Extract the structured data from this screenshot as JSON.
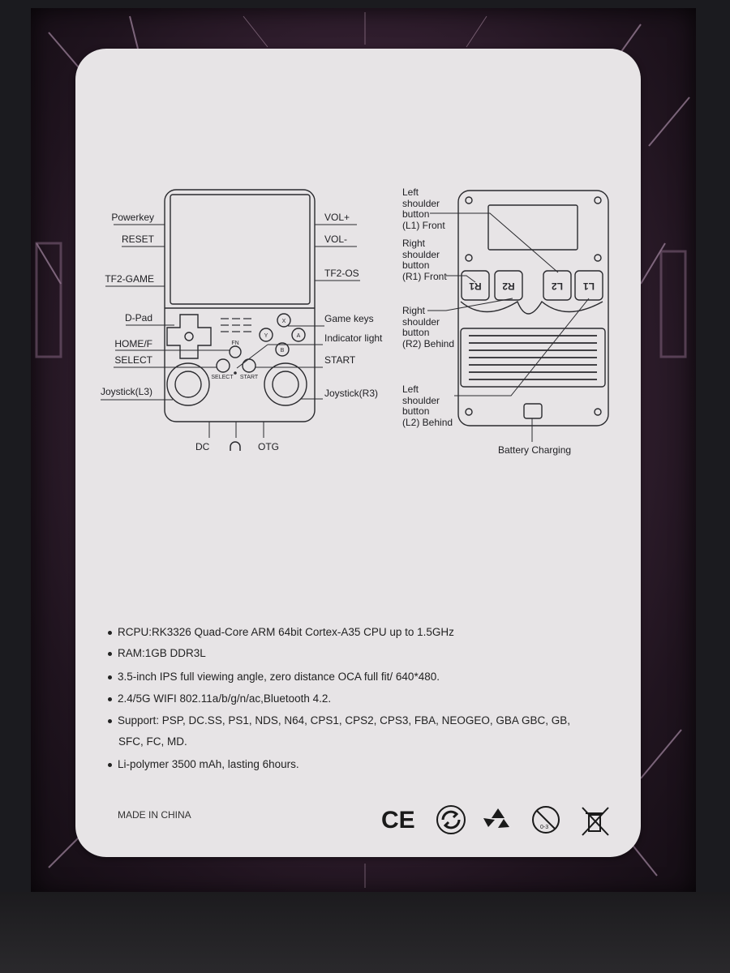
{
  "front_diagram": {
    "left_labels": [
      "Powerkey",
      "RESET",
      "TF2-GAME",
      "D-Pad",
      "HOME/F",
      "SELECT",
      "Joystick(L3)"
    ],
    "right_labels": [
      "VOL+",
      "VOL-",
      "TF2-OS",
      "Game keys",
      "Indicator light",
      "START",
      "Joystick(R3)"
    ],
    "bottom_labels": [
      "DC",
      "OTG"
    ],
    "button_labels": {
      "fn": "FN",
      "select": "SELECT",
      "start": "START",
      "x": "X",
      "y": "Y",
      "a": "A",
      "b": "B"
    }
  },
  "back_diagram": {
    "callouts": [
      {
        "lines": [
          "Left",
          "shoulder",
          "button",
          "(L1) Front"
        ]
      },
      {
        "lines": [
          "Right",
          "shoulder",
          "button",
          "(R1) Front"
        ]
      },
      {
        "lines": [
          "Right",
          "shoulder",
          "button",
          "(R2) Behind"
        ]
      },
      {
        "lines": [
          "Left",
          "shoulder",
          "button",
          "(L2) Behind"
        ]
      }
    ],
    "battery_label": "Battery Charging",
    "shoulder_labels": [
      "R1",
      "R2",
      "L2",
      "L1"
    ]
  },
  "specs": [
    "RCPU:RK3326 Quad-Core ARM 64bit Cortex-A35 CPU up to 1.5GHz",
    "RAM:1GB DDR3L",
    "3.5-inch IPS full viewing angle, zero distance OCA full fit/ 640*480.",
    "2.4/5G WIFI 802.11a/b/g/n/ac,Bluetooth 4.2.",
    "Support: PSP, DC.SS, PS1, NDS, N64, CPS1, CPS2, CPS3, FBA, NEOGEO, GBA GBC, GB,",
    "SFC, FC, MD.",
    "Li-polymer 3500 mAh, lasting 6hours."
  ],
  "footer": {
    "made_in": "MADE IN CHINA",
    "ce_mark": "CE",
    "age_mark": "0-3"
  },
  "colors": {
    "card": "#e7e4e6",
    "box": "#3a2437",
    "ink": "#1e1e22"
  }
}
